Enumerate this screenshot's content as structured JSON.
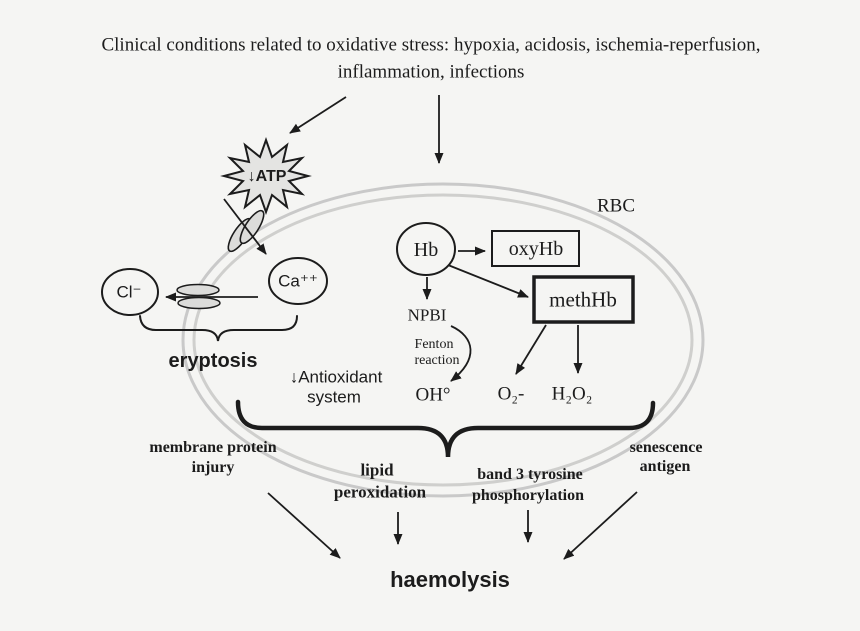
{
  "figure": {
    "title_line1": "Clinical conditions related to oxidative stress: hypoxia, acidosis, ischemia-reperfusion,",
    "title_line2": "inflammation, infections"
  },
  "cell": {
    "label": "RBC"
  },
  "nodes": {
    "atp": "↓ATP",
    "calcium": "Ca⁺⁺",
    "chloride": "Cl⁻",
    "hb": "Hb",
    "oxyhb": "oxyHb",
    "methhb": "methHb",
    "npbi": "NPBI",
    "fenton_line1": "Fenton",
    "fenton_line2": "reaction",
    "hydroxyl_radical": "OH°",
    "superoxide": "O₂-",
    "hydrogen_peroxide": "H₂O₂",
    "antioxidant_line1": "↓Antioxidant",
    "antioxidant_line2": "system",
    "eryptosis": "eryptosis"
  },
  "outcomes": {
    "membrane_injury_line1": "membrane protein",
    "membrane_injury_line2": "injury",
    "lipid_line1": "lipid",
    "lipid_line2": "peroxidation",
    "band3_line1": "band 3 tyrosine",
    "band3_line2": "phosphorylation",
    "senescence_line1": "senescence",
    "senescence_line2": "antigen"
  },
  "result": {
    "label": "haemolysis"
  },
  "colors": {
    "background": "#f5f5f3",
    "ink": "#1c1c1c",
    "membrane_gray": "#c9c9c9",
    "burst_fill": "#e4e4e2",
    "channel_fill": "#dcdcda"
  }
}
